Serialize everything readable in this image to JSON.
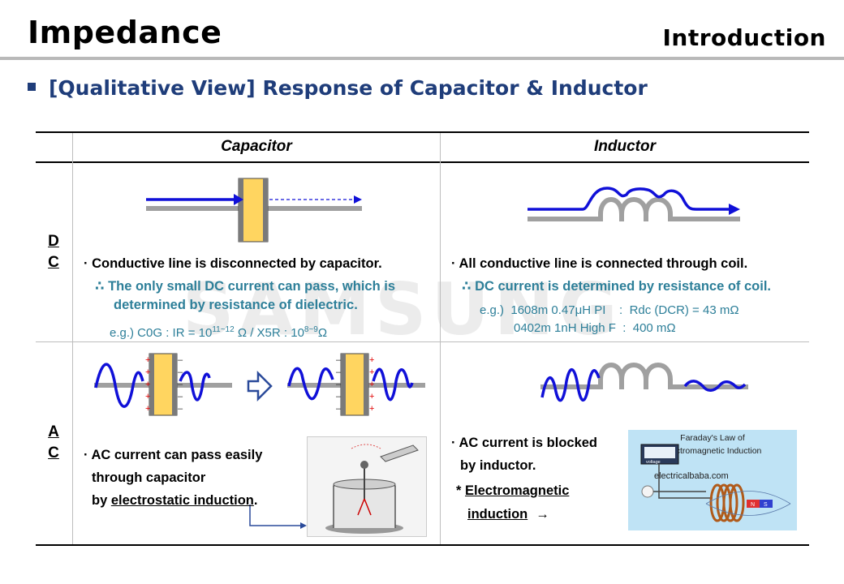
{
  "header": {
    "title": "Impedance",
    "section": "Introduction"
  },
  "subtitle": "[Qualitative View] Response of Capacitor & Inductor",
  "watermark": "SAMSUNG",
  "table": {
    "col_capacitor": "Capacitor",
    "col_inductor": "Inductor",
    "row_dc": [
      "D",
      "C"
    ],
    "row_ac": [
      "A",
      "C"
    ]
  },
  "dc": {
    "cap_line1": "· Conductive line is disconnected by capacitor.",
    "cap_line2": "∴ The only small DC current can pass, which is",
    "cap_line3": "determined by resistance of dielectric.",
    "cap_eg_prefix": "e.g.)  C0G : IR = 10",
    "cap_eg_sup1": "11~12",
    "cap_eg_mid": " Ω  /  X5R : 10",
    "cap_eg_sup2": "8~9",
    "cap_eg_end": "Ω",
    "ind_line1": "· All conductive line is connected through coil.",
    "ind_line2": "∴ DC current is determined by resistance of coil.",
    "ind_eg1": "e.g.)  1608m 0.47μH PI    :  Rdc (DCR) = 43 mΩ",
    "ind_eg2": "0402m 1nH High F  :  400 mΩ"
  },
  "ac": {
    "cap_line1": "· AC current can pass easily",
    "cap_line2": "through capacitor",
    "cap_line3_prefix": "by ",
    "cap_line3_link": "electrostatic induction",
    "cap_line3_suffix": ".",
    "ind_line1": "· AC current is blocked",
    "ind_line2": "by inductor.",
    "ind_note_prefix": "* ",
    "ind_note_link1": "Electromagnetic",
    "ind_note_link2": "induction",
    "ind_arrow": "→",
    "plus": "+",
    "minus": "–"
  },
  "faraday": {
    "title_line1": "Faraday's Law of",
    "title_line2": "Electromagnetic Induction",
    "meter_label": "voltage",
    "site": "electricalbaba.com",
    "magnet_n": "N",
    "magnet_s": "S"
  },
  "colors": {
    "accent": "#1f3d7a",
    "wire_blue": "#1010d8",
    "teal": "#2d7f99",
    "cap_plate": "#ffd560",
    "coil_gray": "#a0a0a0"
  }
}
